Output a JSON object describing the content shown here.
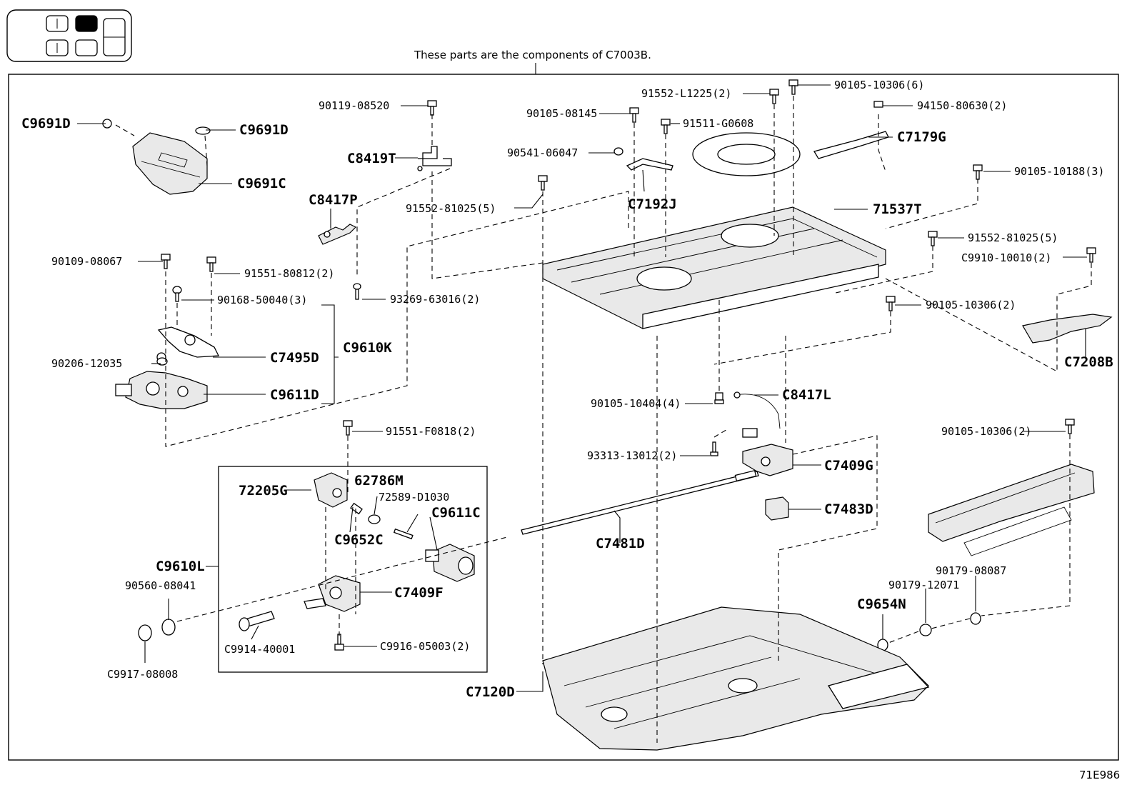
{
  "seat_indicator": {
    "cells": [
      "front-left",
      "front-right-selected",
      "rear-left",
      "rear-right",
      "third-row"
    ]
  },
  "header_note": "These parts are the components of C7003B.",
  "figure_id": "71E986",
  "labels": {
    "C9691D_a": "C9691D",
    "C9691D_b": "C9691D",
    "C9691C": "C9691C",
    "p90119_08520": "90119-08520",
    "C8419T": "C8419T",
    "C8417P": "C8417P",
    "p91552_81025_5a": "91552-81025(5)",
    "p90109_08067": "90109-08067",
    "p91551_80812_2": "91551-80812(2)",
    "p90168_50040_3": "90168-50040(3)",
    "p93269_63016_2": "93269-63016(2)",
    "C7495D": "C7495D",
    "C9610K": "C9610K",
    "p90206_12035": "90206-12035",
    "C9611D": "C9611D",
    "p90105_08145": "90105-08145",
    "p91511_G0608": "91511-G0608",
    "p91552_L1225_2": "91552-L1225(2)",
    "p90105_10306_6": "90105-10306(6)",
    "p94150_80630_2": "94150-80630(2)",
    "C7179G": "C7179G",
    "p90541_06047": "90541-06047",
    "C7192J": "C7192J",
    "p90105_10188_3": "90105-10188(3)",
    "p71537T": "71537T",
    "p91552_81025_5b": "91552-81025(5)",
    "p C9910_10010_2": "C9910-10010(2)",
    "p90105_10306_2a": "90105-10306(2)",
    "C7208B": "C7208B",
    "p90105_10404_4": "90105-10404(4)",
    "C8417L": "C8417L",
    "p93313_13012_2": "93313-13012(2)",
    "C7409G": "C7409G",
    "C7483D": "C7483D",
    "C7481D": "C7481D",
    "p91551_F0818_2": "91551-F0818(2)",
    "p72205G": "72205G",
    "p62786M": "62786M",
    "p72589_D1030": "72589-D1030",
    "C9611C": "C9611C",
    "C9652C": "C9652C",
    "C9610L": "C9610L",
    "p90560_08041": "90560-08041",
    "C7409F": "C7409F",
    "C9914_40001": "C9914-40001",
    "C9916_05003_2": "C9916-05003(2)",
    "C9917_08008": "C9917-08008",
    "p90105_10306_2b": "90105-10306(2)",
    "p90179_08087": "90179-08087",
    "p90179_12071": "90179-12071",
    "C9654N": "C9654N",
    "C7120D": "C7120D"
  }
}
